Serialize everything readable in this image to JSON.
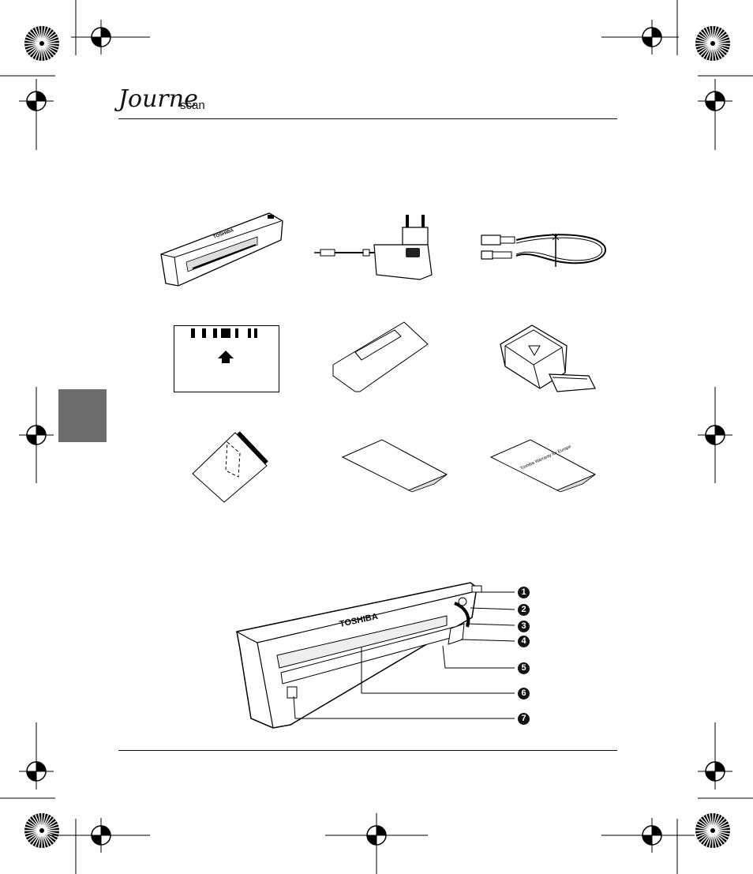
{
  "header": {
    "brand_script": "Journe",
    "brand_sub": "scan"
  },
  "side_tab": {
    "color": "#6d6d6d"
  },
  "items": [
    {
      "name": "scanner"
    },
    {
      "name": "power-adapter"
    },
    {
      "name": "usb-cable"
    },
    {
      "name": "calibration-sheet"
    },
    {
      "name": "protective-sleeve"
    },
    {
      "name": "wifi-card-adapter"
    },
    {
      "name": "cleaning-cloth"
    },
    {
      "name": "quick-start-leaflet"
    },
    {
      "name": "warranty-leaflet"
    }
  ],
  "warranty_text": "Toshiba Warranty for Europe",
  "scanner_brand": "TOSHIBA",
  "callouts": [
    "1",
    "2",
    "3",
    "4",
    "5",
    "6",
    "7"
  ]
}
